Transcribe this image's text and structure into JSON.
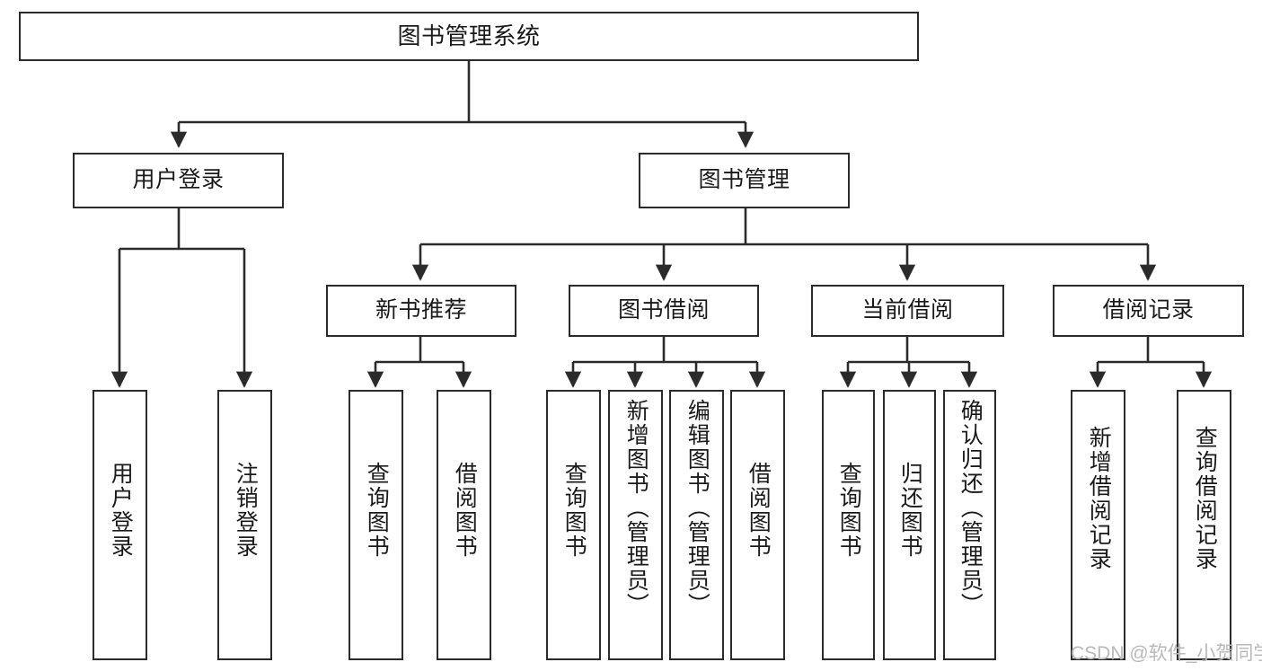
{
  "diagram": {
    "title": "图书管理系统",
    "watermark": "CSDN @软件_小贺同学",
    "stroke_color": "#2b2b2b",
    "background_color": "#ffffff",
    "text_color": "#1a1a1a",
    "watermark_color": "#b9b9b9",
    "levels": {
      "root": "图书管理系统",
      "level2": [
        "用户登录",
        "图书管理"
      ],
      "level3": [
        "新书推荐",
        "图书借阅",
        "当前借阅",
        "借阅记录"
      ]
    },
    "nodes": {
      "root": {
        "label": "图书管理系统"
      },
      "user_login": {
        "label": "用户登录"
      },
      "book_manage": {
        "label": "图书管理"
      },
      "new_book_rec": {
        "label": "新书推荐"
      },
      "book_borrow": {
        "label": "图书借阅"
      },
      "current_borrow": {
        "label": "当前借阅"
      },
      "borrow_record": {
        "label": "借阅记录"
      },
      "leaf_user_login": {
        "label": "用户登录"
      },
      "leaf_logout": {
        "label": "注销登录"
      },
      "leaf_query_book_a": {
        "label": "查询图书"
      },
      "leaf_borrow_book_a": {
        "label": "借阅图书"
      },
      "leaf_query_book_b": {
        "label": "查询图书"
      },
      "leaf_add_book": {
        "label": "新增图书（管理员）"
      },
      "leaf_edit_book": {
        "label": "编辑图书（管理员）"
      },
      "leaf_borrow_book_b": {
        "label": "借阅图书"
      },
      "leaf_query_book_c": {
        "label": "查询图书"
      },
      "leaf_return_book": {
        "label": "归还图书"
      },
      "leaf_confirm_return": {
        "label": "确认归还（管理员）"
      },
      "leaf_add_record": {
        "label": "新增借阅记录"
      },
      "leaf_query_record": {
        "label": "查询借阅记录"
      }
    },
    "tree": [
      {
        "label": "图书管理系统",
        "children": [
          {
            "label": "用户登录",
            "children": [
              {
                "label": "用户登录"
              },
              {
                "label": "注销登录"
              }
            ]
          },
          {
            "label": "图书管理",
            "children": [
              {
                "label": "新书推荐",
                "children": [
                  {
                    "label": "查询图书"
                  },
                  {
                    "label": "借阅图书"
                  }
                ]
              },
              {
                "label": "图书借阅",
                "children": [
                  {
                    "label": "查询图书"
                  },
                  {
                    "label": "新增图书（管理员）"
                  },
                  {
                    "label": "编辑图书（管理员）"
                  },
                  {
                    "label": "借阅图书"
                  }
                ]
              },
              {
                "label": "当前借阅",
                "children": [
                  {
                    "label": "查询图书"
                  },
                  {
                    "label": "归还图书"
                  },
                  {
                    "label": "确认归还（管理员）"
                  }
                ]
              },
              {
                "label": "借阅记录",
                "children": [
                  {
                    "label": "新增借阅记录"
                  },
                  {
                    "label": "查询借阅记录"
                  }
                ]
              }
            ]
          }
        ]
      }
    ]
  }
}
